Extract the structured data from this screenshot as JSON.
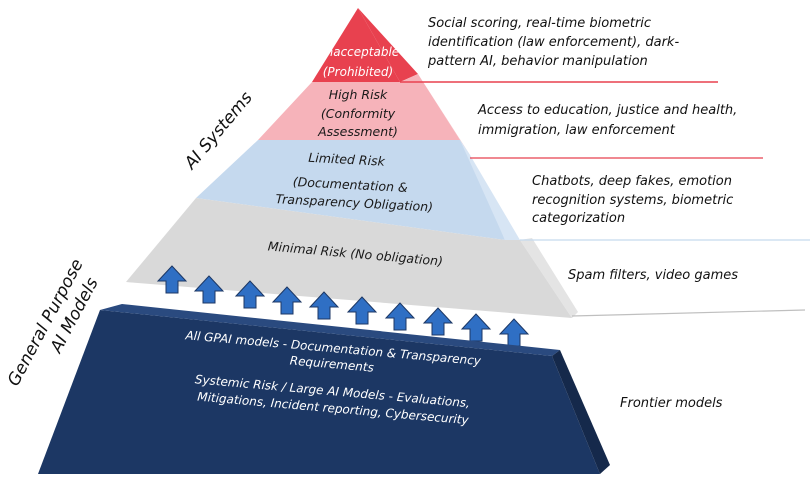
{
  "side_labels": {
    "ai_systems": "AI Systems",
    "gpai_line1": "General Purpose",
    "gpai_line2": "AI Models"
  },
  "tiers": {
    "unacceptable": {
      "line1": "Unacceptable",
      "line2": "(Prohibited)",
      "color": "#e8414f"
    },
    "high": {
      "line1": "High Risk",
      "line2": "(Conformity",
      "line3": "Assessment)",
      "color": "#f6b3ba"
    },
    "limited": {
      "line1": "Limited Risk",
      "line2": "(Documentation &",
      "line3": "Transparency Obligation)",
      "color": "#c5d9ee"
    },
    "minimal": {
      "line1": "Minimal Risk (No obligation)",
      "color": "#d9d9d9"
    },
    "gpai": {
      "line1": "All GPAI models - Documentation & Transparency",
      "line2": "Requirements",
      "line3": "Systemic Risk / Large AI Models - Evaluations,",
      "line4": "Mitigations, Incident reporting, Cybersecurity",
      "color": "#1c3764"
    }
  },
  "descriptions": {
    "unacceptable": [
      "Social scoring, real-time biometric",
      "identification (law enforcement), dark-",
      "pattern AI, behavior manipulation"
    ],
    "high": [
      "Access to education, justice and health,",
      "immigration, law enforcement"
    ],
    "limited": [
      "Chatbots, deep fakes, emotion",
      "recognition systems, biometric",
      "categorization"
    ],
    "minimal": [
      "Spam filters, video games"
    ],
    "gpai": [
      "Frontier models"
    ]
  },
  "arrow_color": "#2f6fc4"
}
